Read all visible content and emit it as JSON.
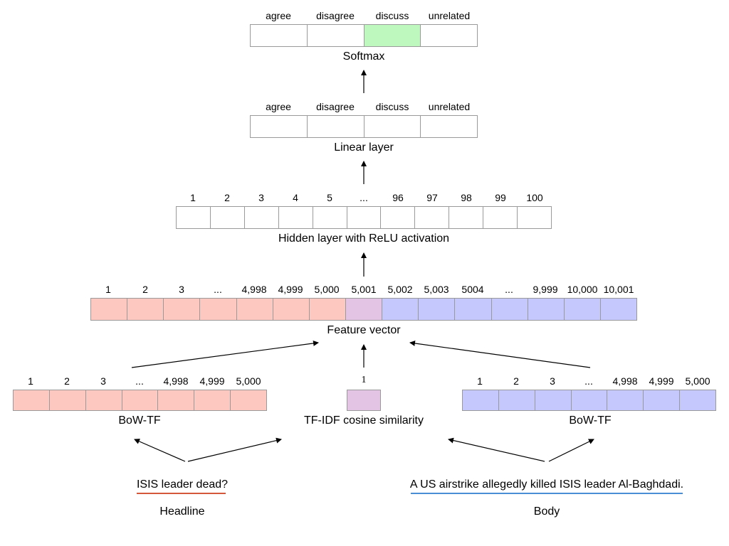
{
  "colors": {
    "headline": "#fcc8c0",
    "body": "#c4c8fc",
    "similarity": "#e4c4e4",
    "selected": "#bff8bf",
    "empty": "#ffffff",
    "headline_underline": "#d4573b",
    "body_underline": "#4a8fd6"
  },
  "softmax": {
    "labels": [
      "agree",
      "disagree",
      "discuss",
      "unrelated"
    ],
    "selected": "discuss",
    "title": "Softmax"
  },
  "linear": {
    "labels": [
      "agree",
      "disagree",
      "discuss",
      "unrelated"
    ],
    "title": "Linear layer"
  },
  "hidden": {
    "labels": [
      "1",
      "2",
      "3",
      "4",
      "5",
      "...",
      "96",
      "97",
      "98",
      "99",
      "100"
    ],
    "title": "Hidden layer with ReLU activation"
  },
  "feature": {
    "labels": [
      "1",
      "2",
      "3",
      "...",
      "4,998",
      "4,999",
      "5,000",
      "5,001",
      "5,002",
      "5,003",
      "5004",
      "...",
      "9,999",
      "10,000",
      "10,001"
    ],
    "cell_groups": [
      "headline",
      "headline",
      "headline",
      "headline",
      "headline",
      "headline",
      "headline",
      "similarity",
      "body",
      "body",
      "body",
      "body",
      "body",
      "body",
      "body"
    ],
    "title": "Feature vector"
  },
  "bow_headline": {
    "labels": [
      "1",
      "2",
      "3",
      "...",
      "4,998",
      "4,999",
      "5,000"
    ],
    "title": "BoW-TF"
  },
  "cosine": {
    "labels": [
      "1"
    ],
    "title": "TF-IDF cosine similarity"
  },
  "bow_body": {
    "labels": [
      "1",
      "2",
      "3",
      "...",
      "4,998",
      "4,999",
      "5,000"
    ],
    "title": "BoW-TF"
  },
  "inputs": {
    "headline_text": "ISIS leader dead?",
    "headline_label": "Headline",
    "body_text": "A US airstrike allegedly killed ISIS leader Al-Baghdadi.",
    "body_label": "Body"
  }
}
